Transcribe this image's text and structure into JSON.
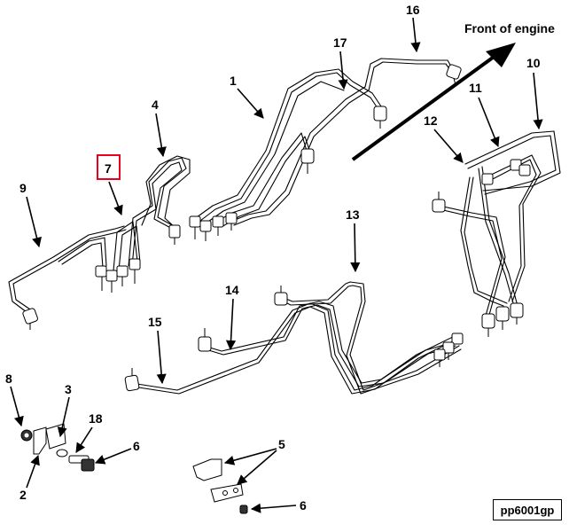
{
  "direction_label": "Front of engine",
  "drawing_code": "pp6001gp",
  "highlighted_callout": "7",
  "callouts": {
    "c1": "1",
    "c2": "2",
    "c3": "3",
    "c4": "4",
    "c5": "5",
    "c6a": "6",
    "c6b": "6",
    "c7": "7",
    "c8": "8",
    "c9": "9",
    "c10": "10",
    "c11": "11",
    "c12": "12",
    "c13": "13",
    "c14": "14",
    "c15": "15",
    "c16": "16",
    "c17": "17",
    "c18": "18"
  },
  "colors": {
    "highlight": "#e8001c",
    "line": "#000000"
  }
}
